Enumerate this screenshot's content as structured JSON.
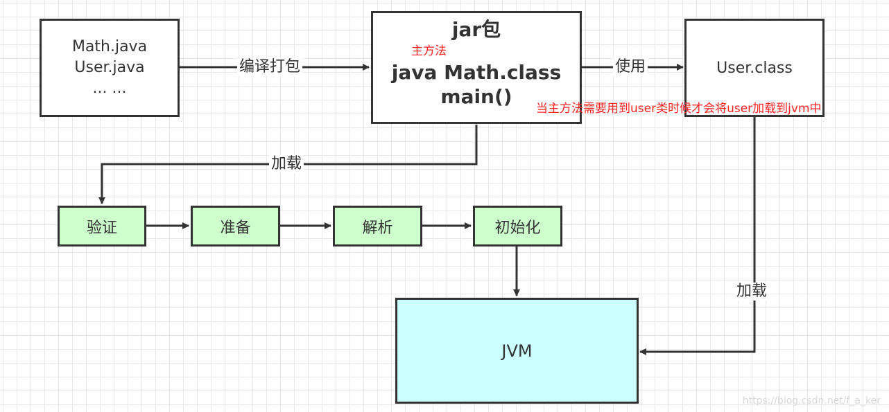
{
  "source_box": {
    "lines": [
      "Math.java",
      "User.java",
      "... ..."
    ]
  },
  "jar_box": {
    "title": "jar包",
    "note": "主方法",
    "cmd": "java Math.class",
    "entry": "main()"
  },
  "user_box": {
    "label": "User.class"
  },
  "edges": {
    "compile": "编译打包",
    "use": "使用",
    "load_left": "加载",
    "load_right": "加载"
  },
  "annotation": "当主方法需要用到user类时候才会将user加载到jvm中",
  "steps": [
    "验证",
    "准备",
    "解析",
    "初始化"
  ],
  "jvm": {
    "label": "JVM"
  },
  "watermark": "https://blog.csdn.net/f_a_ker",
  "colors": {
    "step_fill": "#ccffcc",
    "jvm_fill": "#ccffff",
    "annotation": "#ff2020",
    "stroke": "#333333"
  }
}
